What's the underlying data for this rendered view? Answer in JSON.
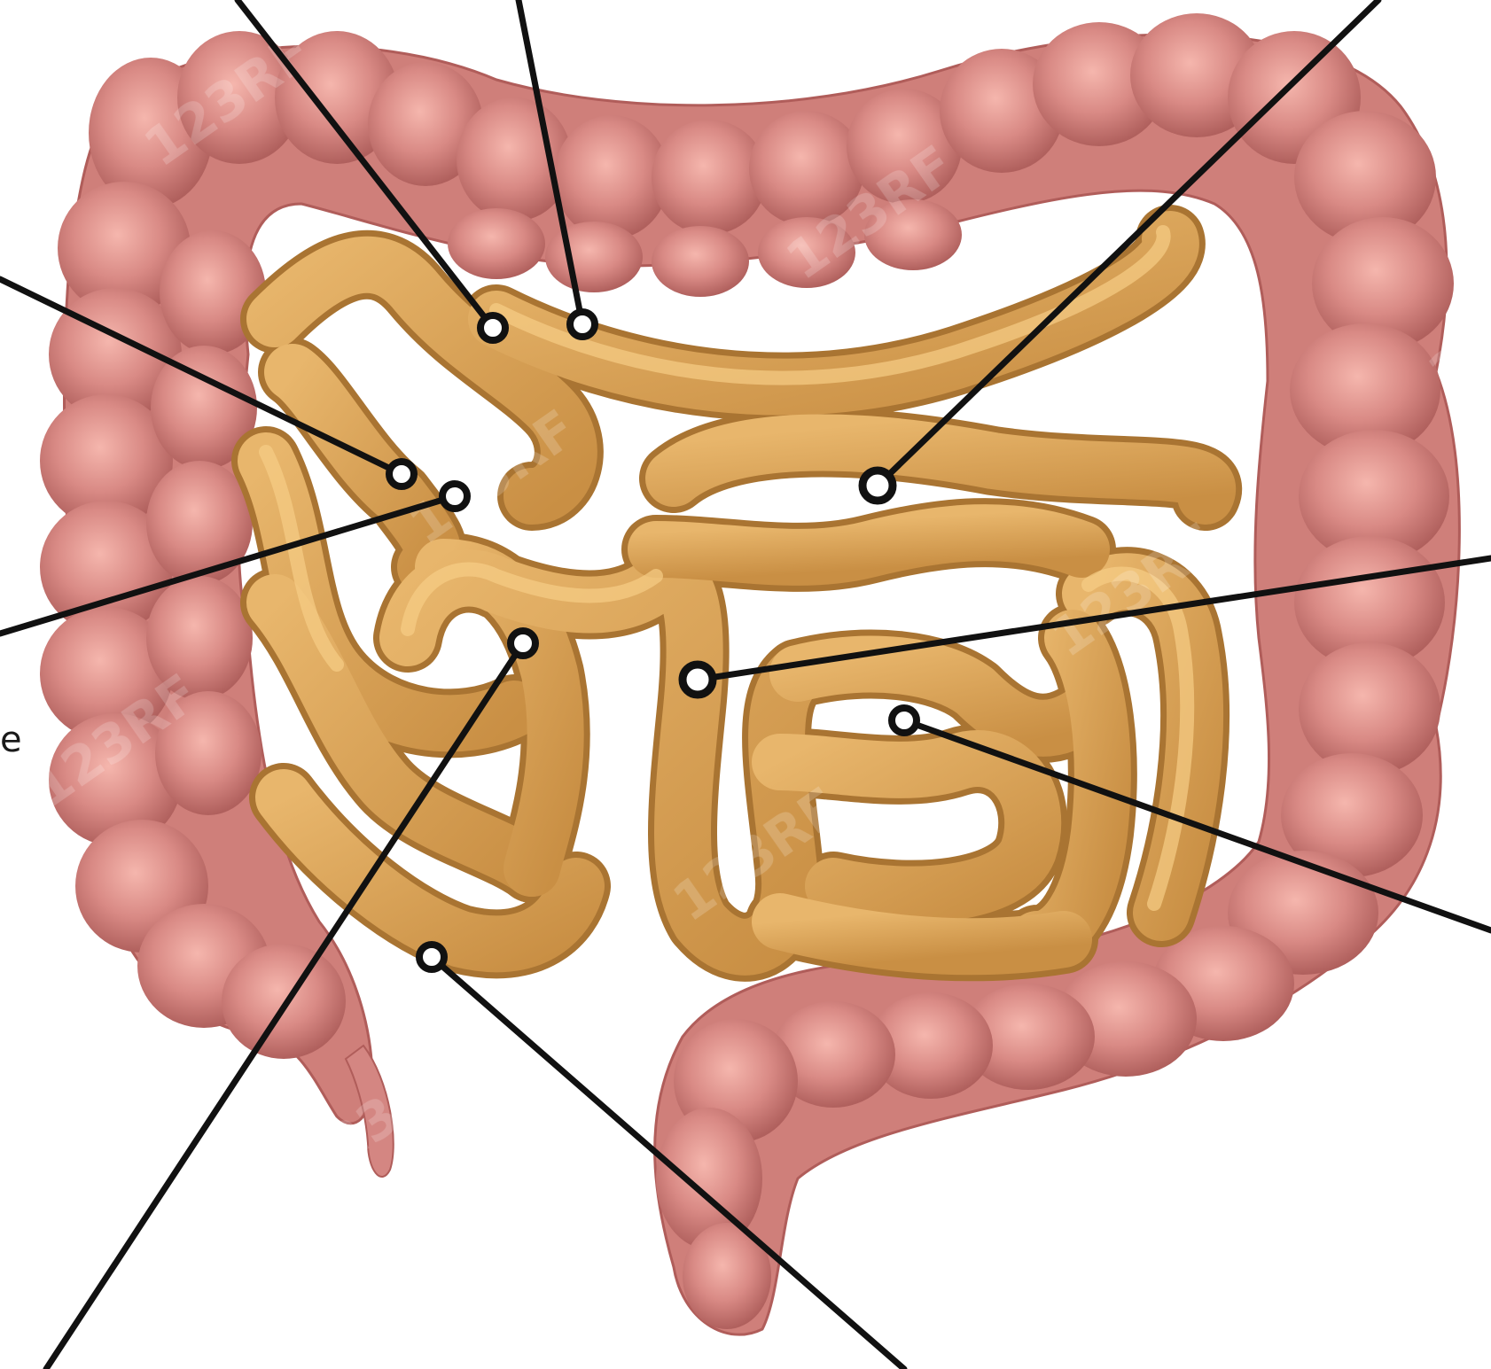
{
  "edge_label": "e",
  "watermark": "123RF",
  "colors": {
    "large_intestine": "#d98a85",
    "large_intestine_shadow": "#b1615f",
    "large_intestine_highlight": "#f2b1a9",
    "small_intestine": "#d9a559",
    "small_intestine_shadow": "#a97432",
    "small_intestine_highlight": "#f3c87a",
    "leader_line": "#111111",
    "background": "#ffffff"
  },
  "leader_lines": [
    {
      "id": "pointer-1"
    },
    {
      "id": "pointer-2"
    },
    {
      "id": "pointer-3"
    },
    {
      "id": "pointer-4"
    },
    {
      "id": "pointer-5"
    },
    {
      "id": "pointer-6"
    },
    {
      "id": "pointer-7"
    },
    {
      "id": "pointer-8"
    },
    {
      "id": "pointer-9"
    },
    {
      "id": "pointer-10"
    }
  ]
}
